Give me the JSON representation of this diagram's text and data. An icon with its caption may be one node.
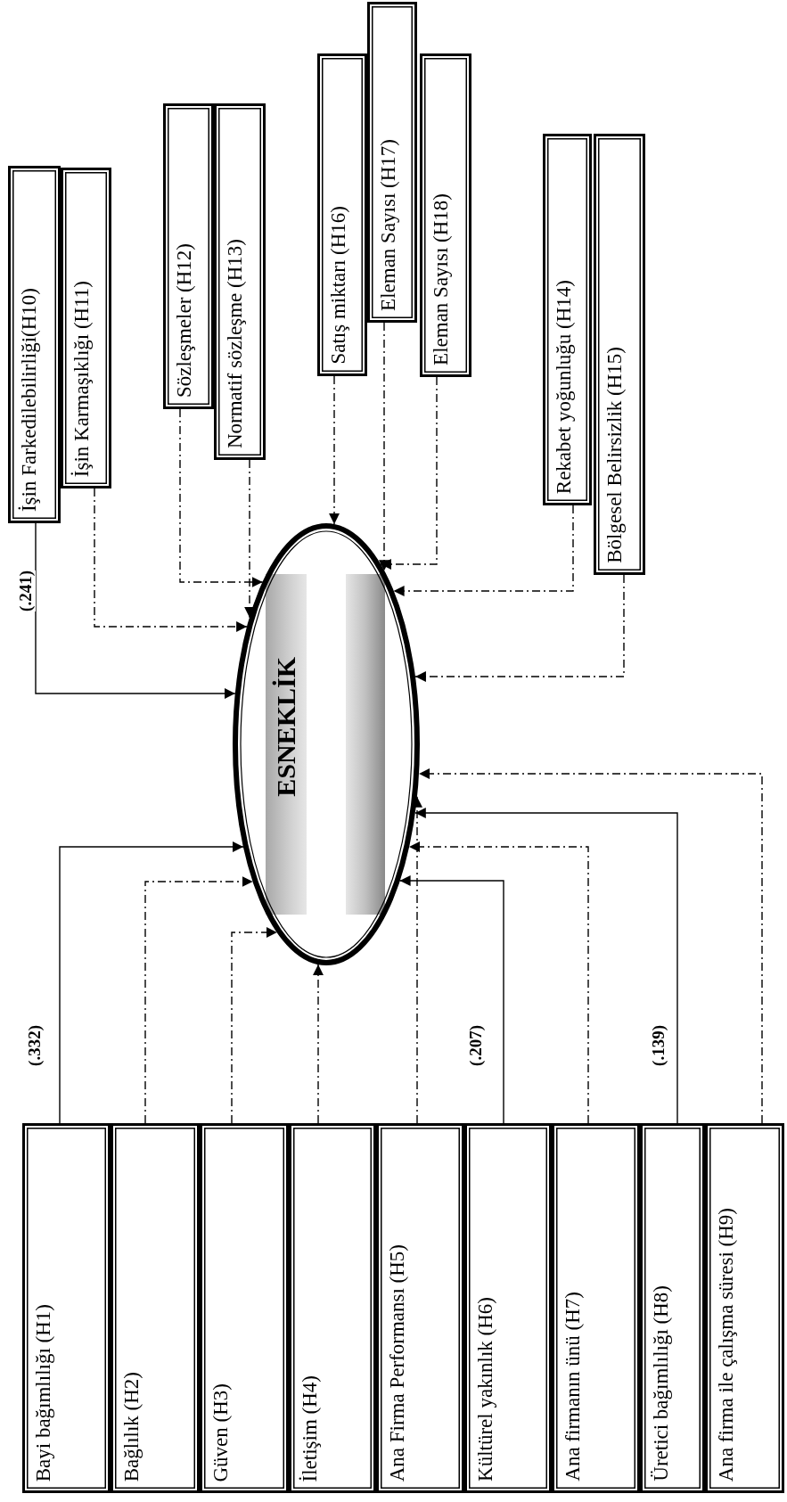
{
  "diagram": {
    "nodes": [
      {
        "text": [
          "ESNEKLİK"
        ]
      },
      {
        "text": [
          "Bayi bağımlılığı (H1)"
        ]
      },
      {
        "text": [
          "Bağlılık (H2)"
        ]
      },
      {
        "text": [
          "Güven (H3)"
        ]
      },
      {
        "text": [
          "İletişim (H4)"
        ]
      },
      {
        "text": [
          "Ana Firma Performansı (H5)"
        ]
      },
      {
        "text": [
          "Kültürel yakınlık (H6)"
        ]
      },
      {
        "text": [
          "Ana firmanın ünü (H7)"
        ]
      },
      {
        "text": [
          "Üretici bağımlılığı (H8)"
        ]
      },
      {
        "text": [
          "Ana firma ile çalışma süresi (H9)"
        ]
      },
      {
        "text": [
          "İşin Farkedilebilirliği(H10)"
        ]
      },
      {
        "text": [
          "İşin Karmaşıklığı (H11)"
        ]
      },
      {
        "text": [
          "Sözleşmeler (H12)"
        ]
      },
      {
        "text": [
          "Normatif  sözleşme (H13)"
        ]
      },
      {
        "text": [
          "Satış miktarı (H16)"
        ]
      },
      {
        "text": [
          "Eleman Sayısı (H17)"
        ]
      },
      {
        "text": [
          "Eleman Sayısı (H18)"
        ]
      },
      {
        "text": [
          "Rekabet yoğunluğu (H14)"
        ]
      },
      {
        "text": [
          "Bölgesel Belirsizlik (H15)"
        ]
      }
    ],
    "edges": [
      {
        "from": 1,
        "to": 0,
        "arrow": "to",
        "label": "(.332)"
      },
      {
        "from": 2,
        "to": 0,
        "arrow": "to",
        "style": "dashed"
      },
      {
        "from": 3,
        "to": 0,
        "arrow": "to",
        "style": "dashed"
      },
      {
        "from": 4,
        "to": 0,
        "arrow": "to",
        "style": "dashed"
      },
      {
        "from": 5,
        "to": 0,
        "arrow": "to",
        "style": "dashed"
      },
      {
        "from": 6,
        "to": 0,
        "arrow": "to",
        "label": "(.207)"
      },
      {
        "from": 7,
        "to": 0,
        "arrow": "to",
        "style": "dashed"
      },
      {
        "from": 8,
        "to": 0,
        "arrow": "to",
        "label": "(.139)"
      },
      {
        "from": 9,
        "to": 0,
        "arrow": "to",
        "style": "dashed"
      },
      {
        "from": 10,
        "to": 0,
        "arrow": "to",
        "label": "(.241)"
      },
      {
        "from": 11,
        "to": 0,
        "arrow": "to",
        "style": "dashed"
      },
      {
        "from": 12,
        "to": 0,
        "arrow": "to",
        "style": "dashed"
      },
      {
        "from": 13,
        "to": 0,
        "arrow": "to",
        "style": "dashed"
      },
      {
        "from": 14,
        "to": 0,
        "arrow": "to",
        "style": "dashed"
      },
      {
        "from": 15,
        "to": 0,
        "arrow": "to",
        "style": "dashed"
      },
      {
        "from": 16,
        "to": 0,
        "arrow": "to",
        "style": "dashed"
      },
      {
        "from": 17,
        "to": 0,
        "arrow": "to",
        "style": "dashed"
      },
      {
        "from": 18,
        "to": 0,
        "arrow": "to",
        "style": "dashed"
      }
    ]
  }
}
